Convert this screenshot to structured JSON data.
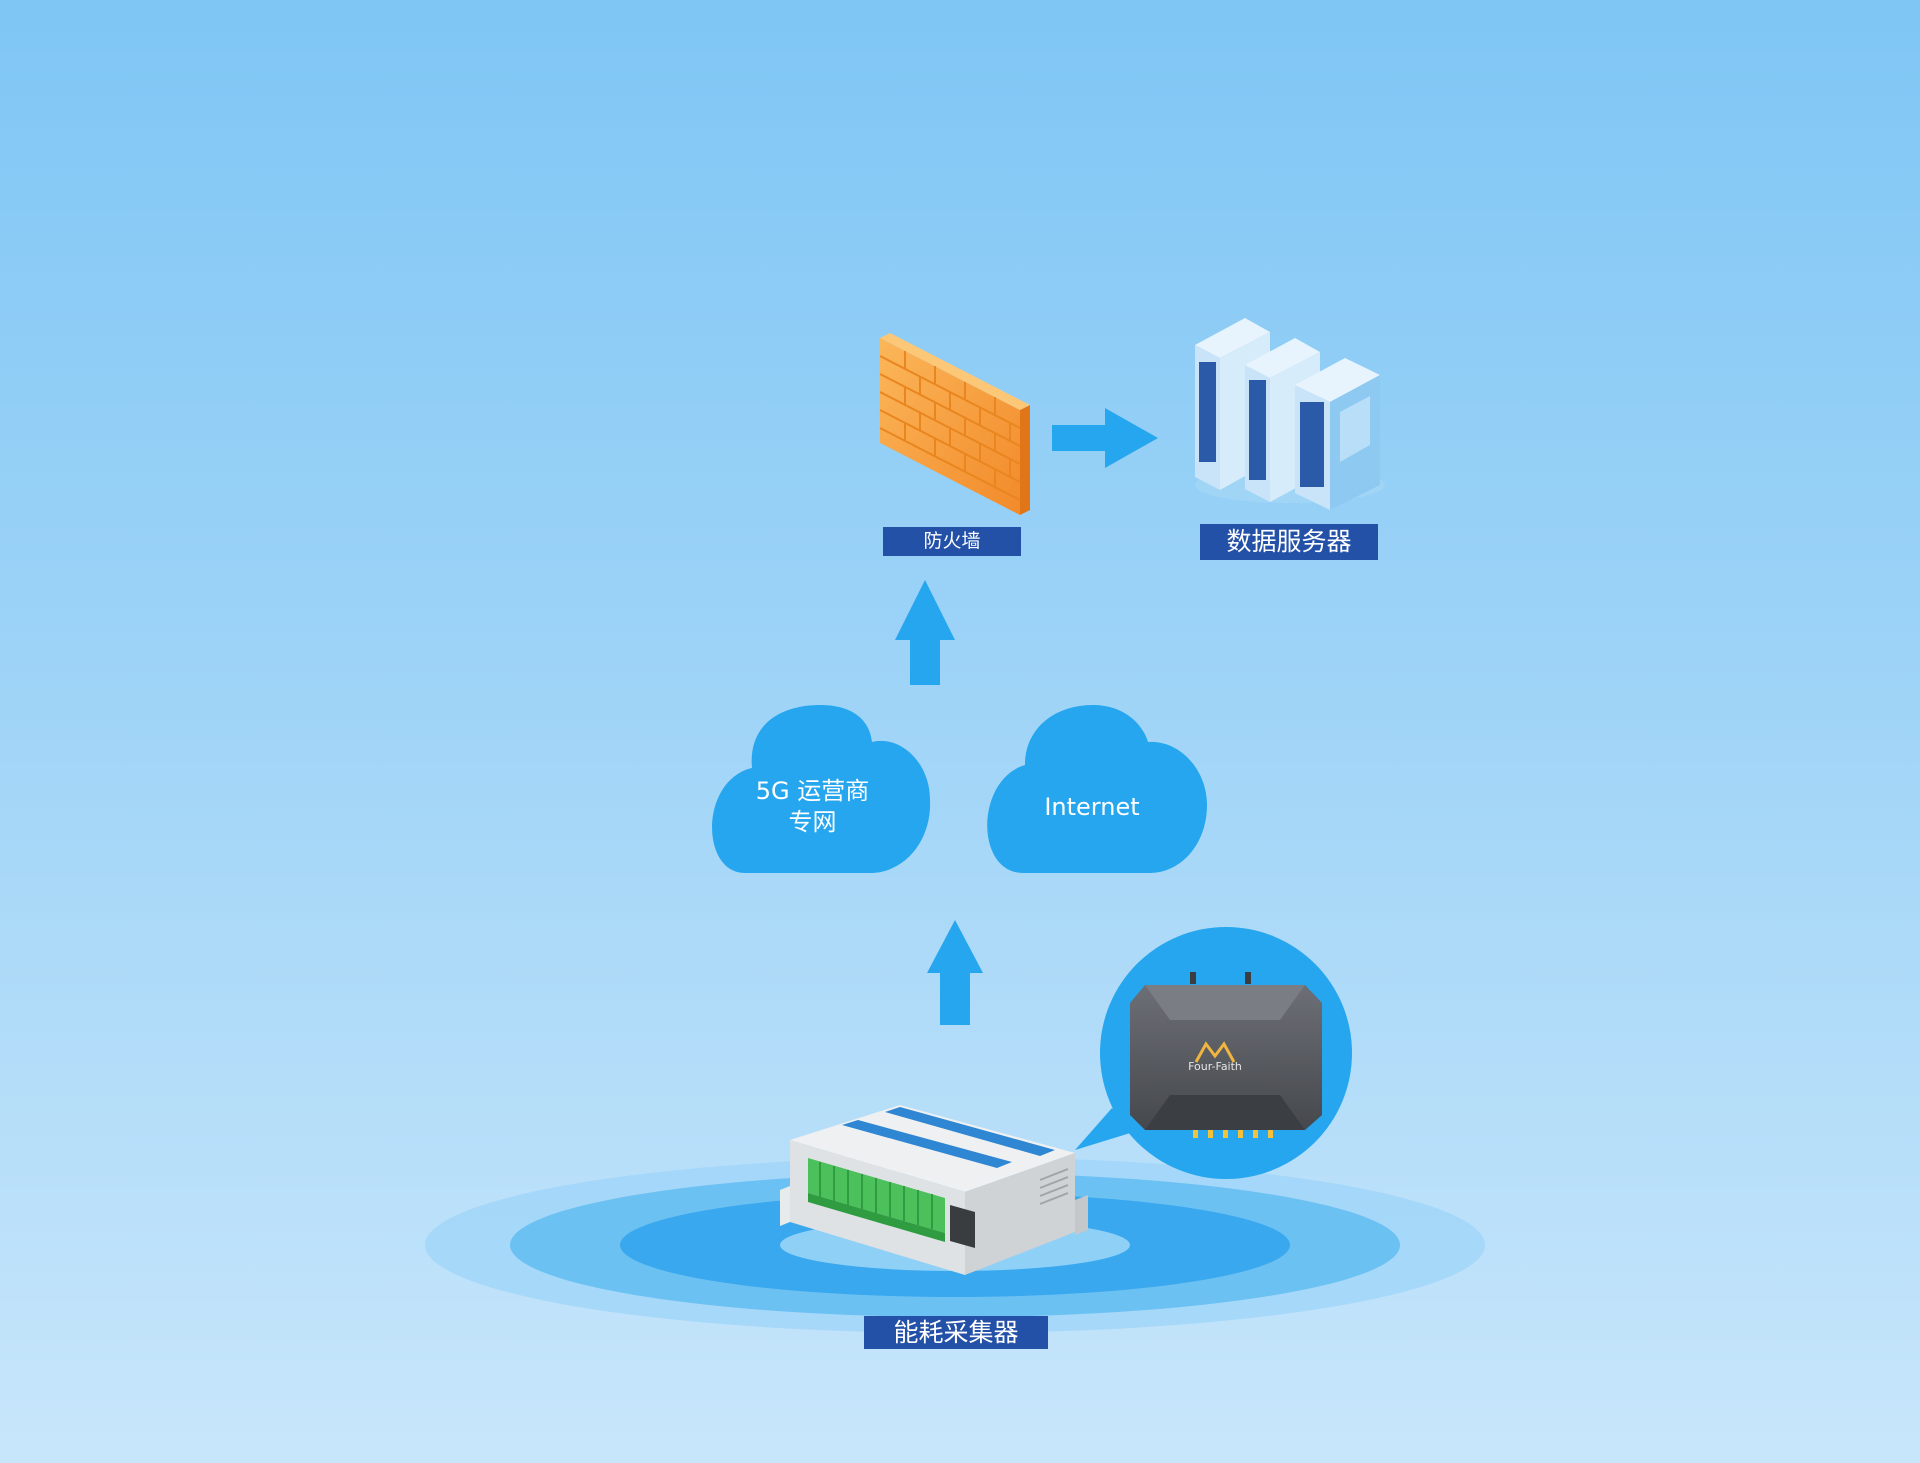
{
  "nodes": {
    "firewall": {
      "label": "防火墙"
    },
    "server": {
      "label": "数据服务器"
    },
    "cloud_private": {
      "line1": "5G 运营商",
      "line2": "专网"
    },
    "cloud_internet": {
      "label": "Internet"
    },
    "collector": {
      "label": "能耗采集器"
    },
    "router": {
      "brand": "Four-Faith"
    }
  },
  "colors": {
    "background_top": "#7fc6f5",
    "background_bottom": "#c8e6fb",
    "accent_blue": "#25a6ee",
    "label_bg": "#2451a8",
    "firewall_orange": "#f6a445"
  }
}
